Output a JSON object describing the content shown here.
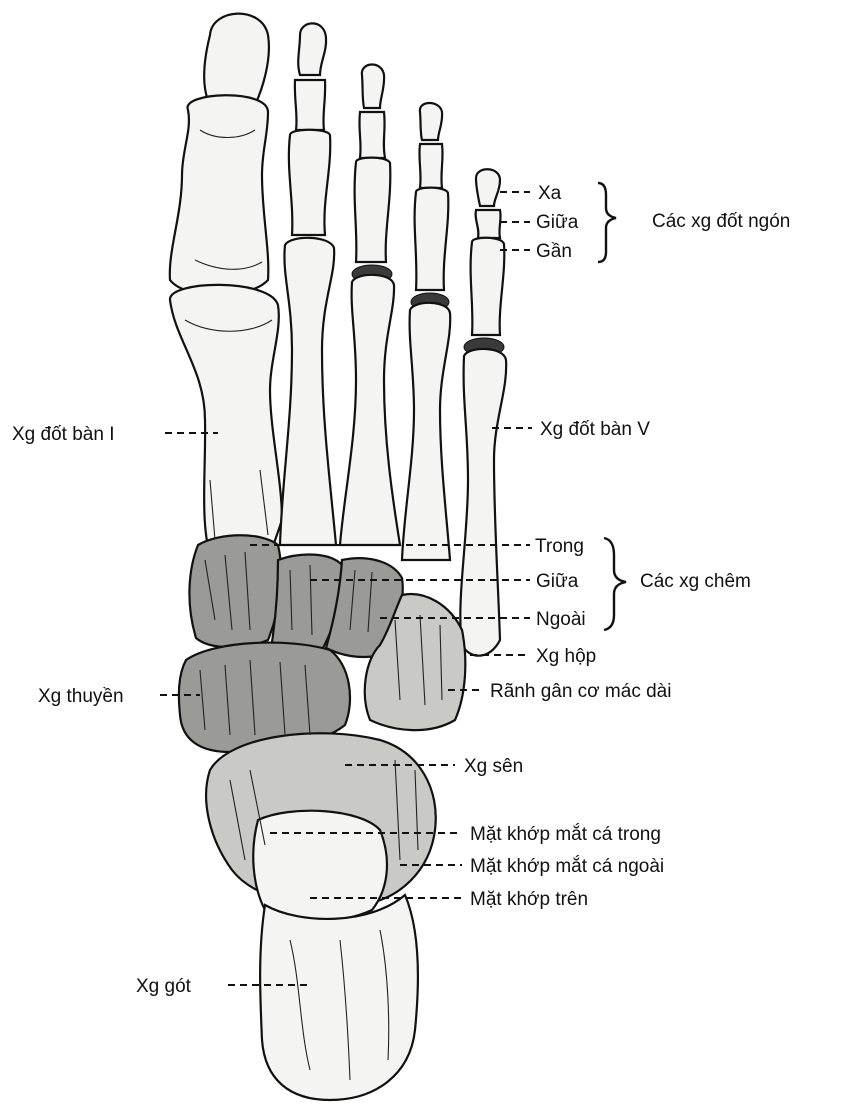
{
  "labels": {
    "distal": "Xa",
    "middle": "Giữa",
    "proximal": "Gần",
    "phalanges_group": "Các xg đốt ngón",
    "metatarsal_1": "Xg đốt bàn I",
    "metatarsal_5": "Xg đốt bàn V",
    "cuneiform_medial": "Trong",
    "cuneiform_intermediate": "Giữa",
    "cuneiform_lateral": "Ngoài",
    "cuneiform_group": "Các xg chêm",
    "cuboid": "Xg hộp",
    "peroneus_groove": "Rãnh gân cơ mác dài",
    "navicular": "Xg thuyền",
    "talus": "Xg sên",
    "medial_malleolar_facet": "Mặt khớp mắt cá trong",
    "lateral_malleolar_facet": "Mặt khớp mắt cá ngoài",
    "superior_facet": "Mặt khớp trên",
    "calcaneus": "Xg gót"
  }
}
